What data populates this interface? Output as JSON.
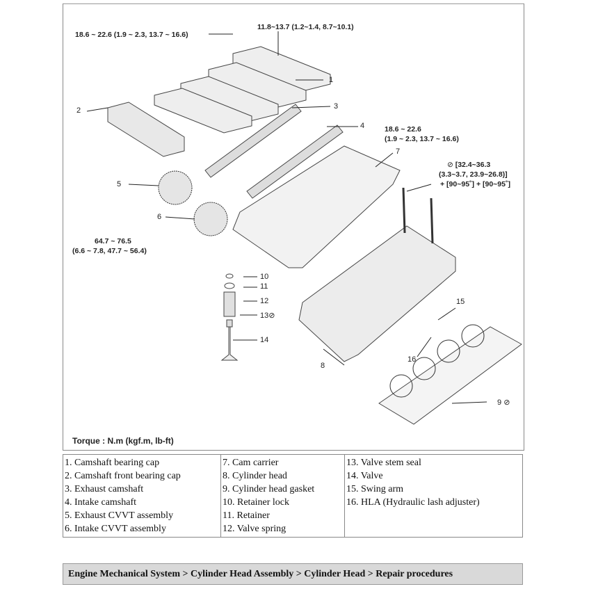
{
  "diagram": {
    "torque_callouts": {
      "t1": "18.6 ~ 22.6 (1.9 ~ 2.3, 13.7 ~ 16.6)",
      "t2": "11.8~13.7 (1.2~1.4, 8.7~10.1)",
      "t3_line1": "18.6 ~ 22.6",
      "t3_line2": "(1.9 ~ 2.3, 13.7 ~ 16.6)",
      "t4_line1": "[32.4~36.3",
      "t4_line2": "(3.3~3.7, 23.9~26.8)]",
      "t4_line3": "+ [90~95˚] + [90~95˚]",
      "t5_line1": "64.7 ~ 76.5",
      "t5_line2": "(6.6 ~ 7.8, 47.7 ~ 56.4)"
    },
    "numbers": [
      "1",
      "2",
      "3",
      "4",
      "5",
      "6",
      "7",
      "8",
      "9",
      "10",
      "11",
      "12",
      "13",
      "14",
      "15",
      "16"
    ],
    "torque_unit": "Torque : N.m (kgf.m, lb-ft)"
  },
  "parts_table": {
    "col1": [
      "1. Camshaft bearing cap",
      "2. Camshaft front bearing cap",
      "3. Exhaust camshaft",
      "4. Intake camshaft",
      "5. Exhaust CVVT assembly",
      "6. Intake CVVT assembly"
    ],
    "col2": [
      "7. Cam carrier",
      "8. Cylinder head",
      "9. Cylinder head gasket",
      "10. Retainer lock",
      "11. Retainer",
      "12. Valve spring"
    ],
    "col3": [
      "13. Valve stem seal",
      "14. Valve",
      "15. Swing arm",
      "16. HLA (Hydraulic lash adjuster)"
    ]
  },
  "breadcrumb": "Engine Mechanical System > Cylinder Head Assembly > Cylinder Head > Repair procedures"
}
